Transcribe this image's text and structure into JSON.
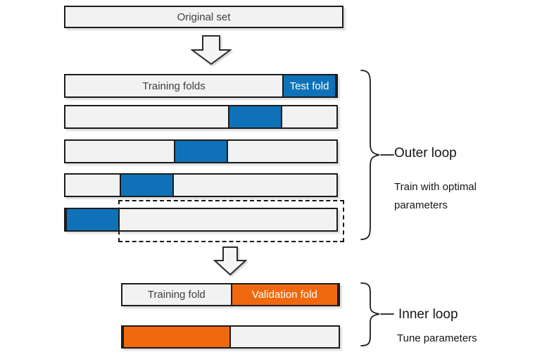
{
  "title_box": {
    "label": "Original set"
  },
  "outer_loop": {
    "rows": [
      {
        "training_label": "Training folds",
        "test_label": "Test fold",
        "test_position_pct": 80,
        "test_width_pct": 20
      },
      {
        "test_position_pct": 60,
        "test_width_pct": 20
      },
      {
        "test_position_pct": 40,
        "test_width_pct": 20
      },
      {
        "test_position_pct": 20,
        "test_width_pct": 20
      },
      {
        "test_position_pct": 0,
        "test_width_pct": 20
      }
    ],
    "title": "Outer loop",
    "subtitle": "Train with optimal parameters"
  },
  "inner_loop": {
    "rows": [
      {
        "training_label": "Training fold",
        "validation_label": "Validation fold",
        "validation_position_pct": 50,
        "validation_width_pct": 50
      },
      {
        "validation_position_pct": 0,
        "validation_width_pct": 50
      }
    ],
    "title": "Inner loop",
    "subtitle": "Tune parameters"
  },
  "colors": {
    "test_fold_blue": "#0F72B9",
    "validation_fold_orange": "#F0690E",
    "box_fill": "#F2F2F2",
    "border": "#1C1C1C"
  }
}
